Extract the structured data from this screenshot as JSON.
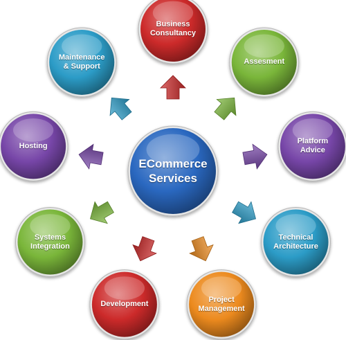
{
  "center": {
    "label": "ECommerce\nServices",
    "color": "#2a68c0"
  },
  "services": [
    {
      "label": "Business\nConsultancy",
      "color": "#cc2a2a",
      "icon": "arrow-icon"
    },
    {
      "label": "Assesment",
      "color": "#7ab63a",
      "icon": "arrow-icon"
    },
    {
      "label": "Platform\nAdvice",
      "color": "#7746a8",
      "icon": "arrow-icon"
    },
    {
      "label": "Technical\nArchitecture",
      "color": "#2c9cc7",
      "icon": "arrow-icon"
    },
    {
      "label": "Project\nManagement",
      "color": "#ec8a1e",
      "icon": "arrow-icon"
    },
    {
      "label": "Development",
      "color": "#cc2a2a",
      "icon": "arrow-icon"
    },
    {
      "label": "Systems\nIntegration",
      "color": "#7ab63a",
      "icon": "arrow-icon"
    },
    {
      "label": "Hosting",
      "color": "#7746a8",
      "icon": "arrow-icon"
    },
    {
      "label": "Maintenance\n& Support",
      "color": "#2c9cc7",
      "icon": "arrow-icon"
    }
  ]
}
